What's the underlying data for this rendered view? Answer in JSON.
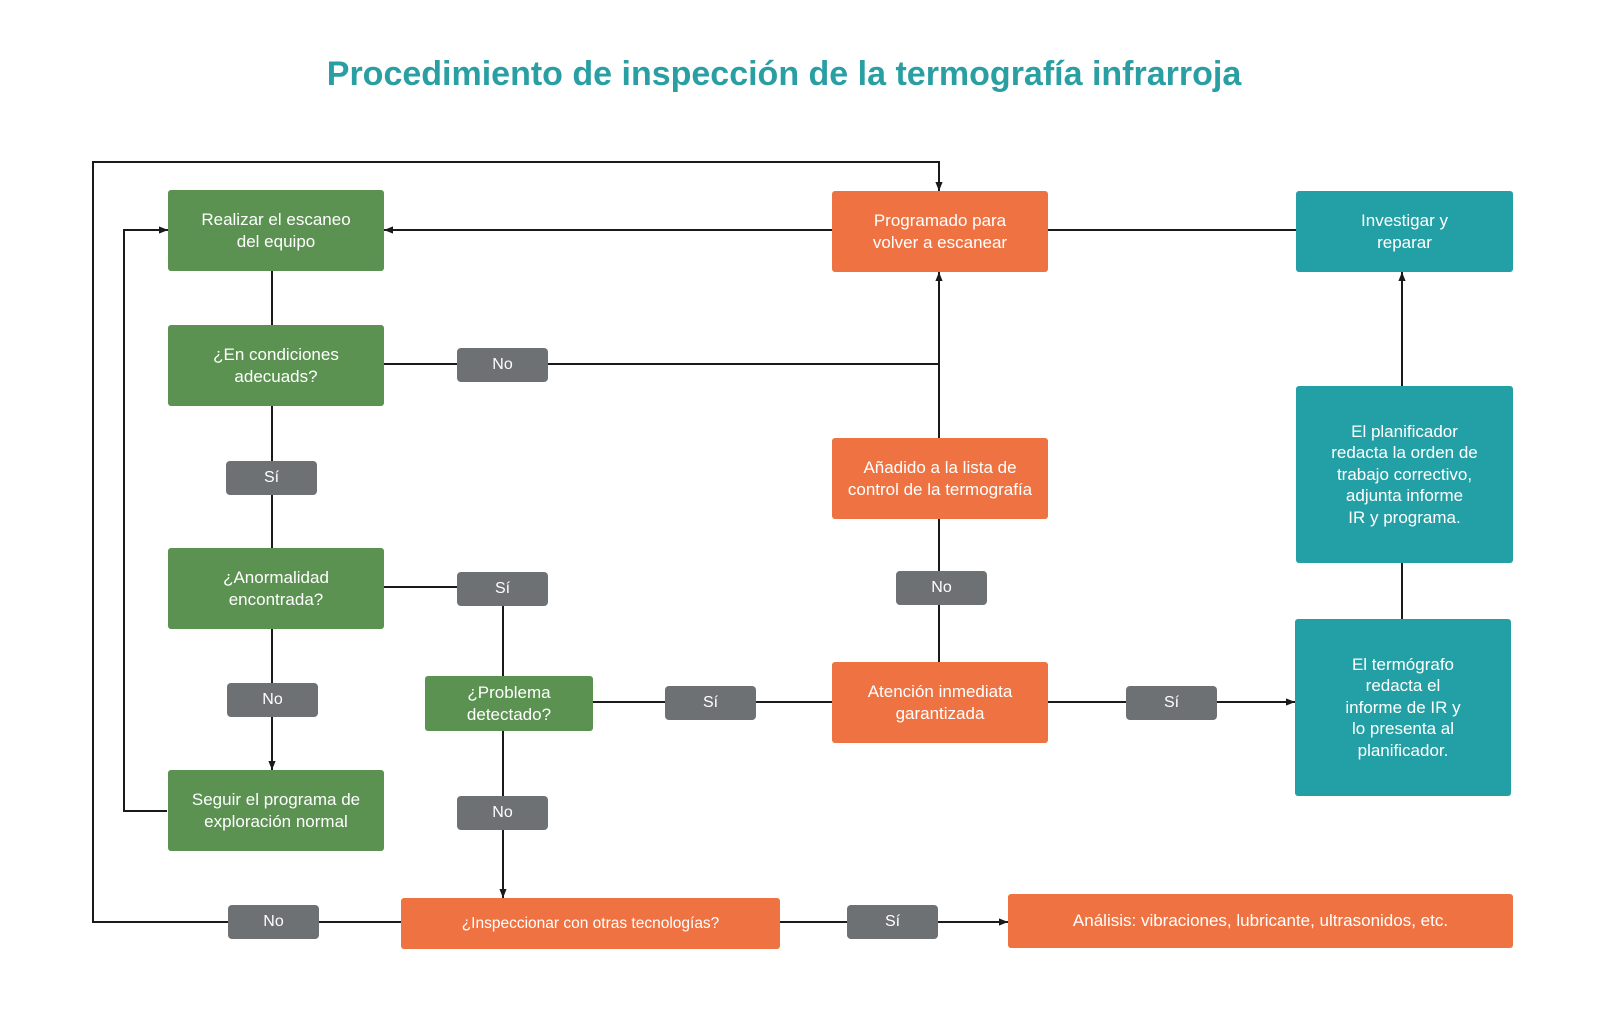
{
  "title": "Procedimiento de inspección de la termografía infrarroja",
  "colors": {
    "title": "#2a9fa3",
    "green": "#5b9251",
    "orange": "#ef7342",
    "teal": "#23a0a5",
    "label": "#6d7173",
    "line": "#1a1a1a",
    "text": "#ffffff"
  },
  "nodes": {
    "realizar": "Realizar el escaneo\ndel equipo",
    "condiciones": "¿En condiciones\nadecuads?",
    "anormalidad": "¿Anormalidad\nencontrada?",
    "seguir": "Seguir el programa de\nexploración normal",
    "problema": "¿Problema\ndetectado?",
    "programado": "Programado para\nvolver a escanear",
    "anadido": "Añadido a la lista de\ncontrol de la termografía",
    "atencion": "Atención inmediata\ngarantizada",
    "inspeccionar": "¿Inspeccionar con otras tecnologías?",
    "analisis": "Análisis: vibraciones, lubricante, ultrasonidos, etc.",
    "investigar": "Investigar y\nreparar",
    "planificador": "El planificador\nredacta la orden de\ntrabajo correctivo,\nadjunta informe\nIR y programa.",
    "termografo": "El termógrafo\nredacta el\ninforme de IR y\nlo presenta al\nplanificador."
  },
  "edge_labels": {
    "condiciones_no": "No",
    "condiciones_si": "Sí",
    "anormalidad_si": "Sí",
    "anormalidad_no": "No",
    "problema_si": "Sí",
    "problema_no": "No",
    "atencion_no": "No",
    "atencion_si": "Sí",
    "inspeccionar_no": "No",
    "inspeccionar_si": "Sí"
  }
}
